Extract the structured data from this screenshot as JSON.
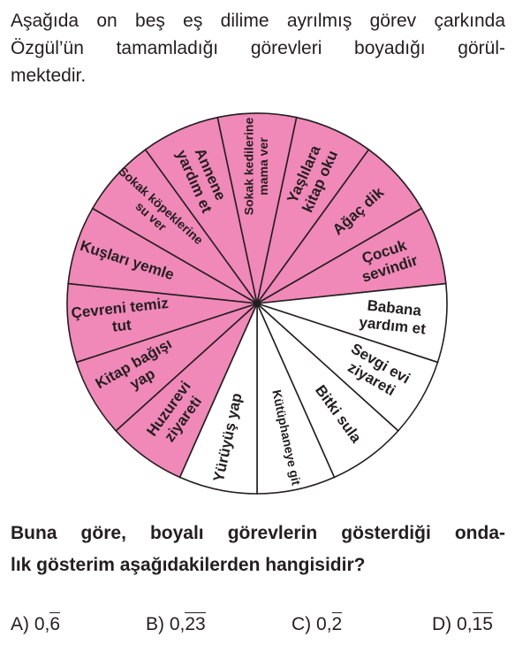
{
  "intro": {
    "line1": "Aşağıda on beş eş dilime ayrılmış görev çarkında",
    "line2": "Özgül’ün tamamladığı görevleri boyadığı görül-",
    "line3": "mektedir."
  },
  "wheel": {
    "colors": {
      "painted": "#f088b8",
      "unpainted": "#ffffff",
      "stroke": "#231f20"
    },
    "slices": [
      {
        "lines": [
          "Kuşları yemle"
        ],
        "painted": true
      },
      {
        "lines": [
          "Sokak köpeklerine",
          "su ver"
        ],
        "painted": true
      },
      {
        "lines": [
          "Annene",
          "yardım et"
        ],
        "painted": true
      },
      {
        "lines": [
          "Sokak kedilerine",
          "mama ver"
        ],
        "painted": true
      },
      {
        "lines": [
          "Yaşlılara",
          "kitap oku"
        ],
        "painted": true
      },
      {
        "lines": [
          "Ağaç dik"
        ],
        "painted": true
      },
      {
        "lines": [
          "Çocuk",
          "sevindir"
        ],
        "painted": true
      },
      {
        "lines": [
          "Babana",
          "yardım et"
        ],
        "painted": false
      },
      {
        "lines": [
          "Sevgi evi",
          "ziyareti"
        ],
        "painted": false
      },
      {
        "lines": [
          "Bitki sula"
        ],
        "painted": false
      },
      {
        "lines": [
          "Kütüphaneye git"
        ],
        "painted": false
      },
      {
        "lines": [
          "Yürüyüş yap"
        ],
        "painted": false
      },
      {
        "lines": [
          "Huzurevi",
          "ziyareti"
        ],
        "painted": true
      },
      {
        "lines": [
          "Kitap bağışı",
          "yap"
        ],
        "painted": true
      },
      {
        "lines": [
          "Çevreni temiz",
          "tut"
        ],
        "painted": true
      }
    ]
  },
  "question": {
    "line1": "Buna göre, boyalı görevlerin gösterdiği onda-",
    "line2": "lık gösterim aşağıdakilerden hangisidir?"
  },
  "options": [
    {
      "label": "A)",
      "prefix": "0,",
      "repeat": "6"
    },
    {
      "label": "B)",
      "prefix": "0,",
      "repeat": "23"
    },
    {
      "label": "C)",
      "prefix": "0,",
      "repeat": "2"
    },
    {
      "label": "D)",
      "prefix": "0,",
      "repeat": "15"
    }
  ]
}
